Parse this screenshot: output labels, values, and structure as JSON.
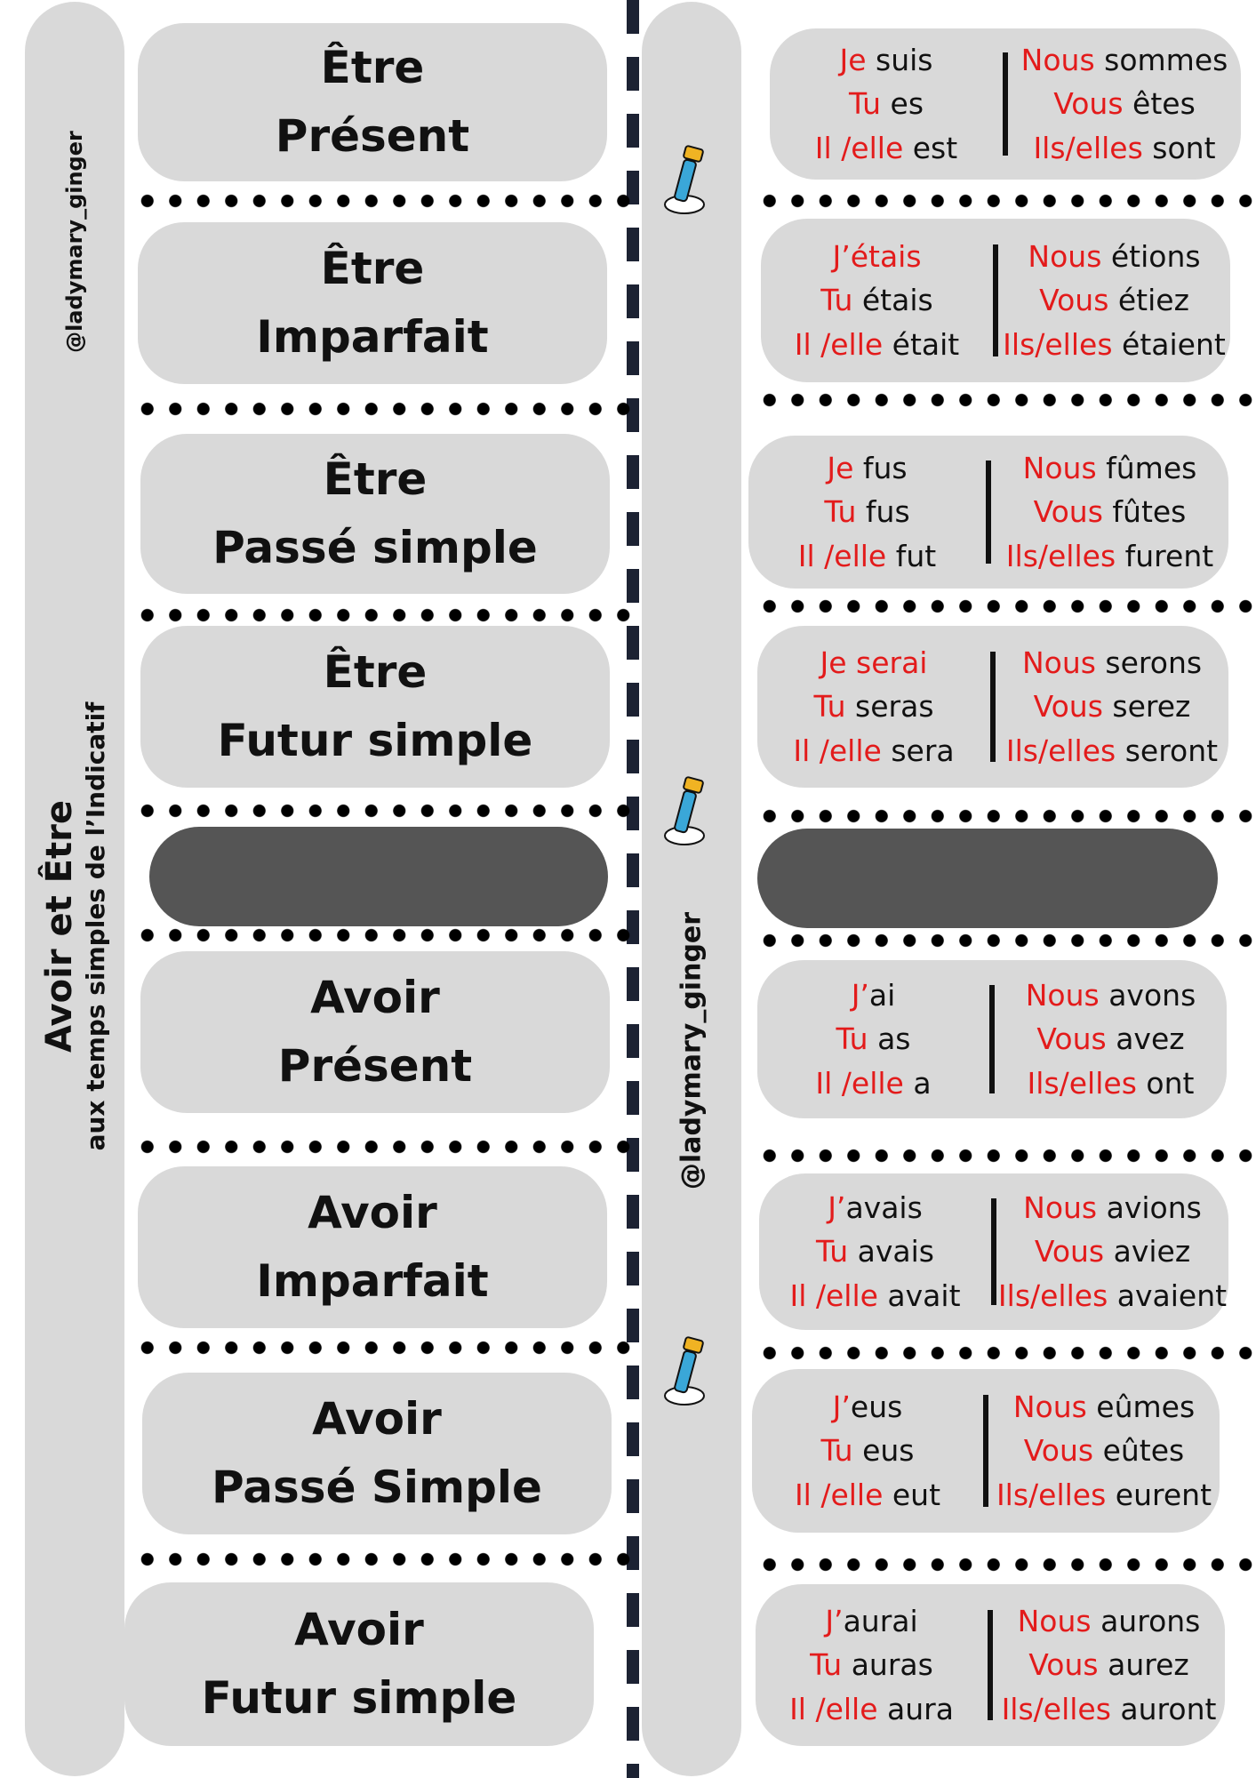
{
  "left_strip": {
    "handle": "@ladymary_ginger",
    "title": "Avoir et Être",
    "subtitle": "aux temps simples de l’Indicatif"
  },
  "center_strip": {
    "handle": "@ladymary_ginger"
  },
  "colors": {
    "pronoun": "#e31b1b",
    "card": "#d9d9d9",
    "blank": "#555555",
    "dash": "#1c2233"
  },
  "icons": [
    "pushpin-icon",
    "pushpin-icon",
    "pushpin-icon"
  ],
  "cards": [
    {
      "verb": "Être",
      "tense": "Présent",
      "singular": [
        [
          "Je",
          " suis"
        ],
        [
          "Tu",
          " es"
        ],
        [
          "Il /elle",
          " est"
        ]
      ],
      "plural": [
        [
          "Nous",
          " sommes"
        ],
        [
          "Vous",
          " êtes"
        ],
        [
          "Ils/elles",
          " sont"
        ]
      ]
    },
    {
      "verb": "Être",
      "tense": "Imparfait",
      "singular": [
        [
          "J’",
          "étais"
        ],
        [
          "Tu",
          " étais"
        ],
        [
          "Il /elle",
          " était"
        ]
      ],
      "plural": [
        [
          "Nous",
          " étions"
        ],
        [
          "Vous",
          " étiez"
        ],
        [
          "Ils/elles",
          " étaient"
        ]
      ]
    },
    {
      "verb": "Être",
      "tense": "Passé simple",
      "singular": [
        [
          "Je",
          " fus"
        ],
        [
          "Tu",
          " fus"
        ],
        [
          "Il /elle",
          " fut"
        ]
      ],
      "plural": [
        [
          "Nous",
          " fûmes"
        ],
        [
          "Vous",
          " fûtes"
        ],
        [
          "Ils/elles",
          " furent"
        ]
      ]
    },
    {
      "verb": "Être",
      "tense": "Futur simple",
      "singular": [
        [
          "Je serai",
          ""
        ],
        [
          "Tu",
          " seras"
        ],
        [
          "Il /elle",
          " sera"
        ]
      ],
      "plural": [
        [
          "Nous",
          " serons"
        ],
        [
          "Vous",
          " serez"
        ],
        [
          "Ils/elles",
          " seront"
        ]
      ]
    },
    {
      "verb": "Avoir",
      "tense": "Présent",
      "singular": [
        [
          "J’",
          "ai"
        ],
        [
          "Tu",
          " as"
        ],
        [
          "Il /elle",
          " a"
        ]
      ],
      "plural": [
        [
          "Nous",
          " avons"
        ],
        [
          "Vous",
          " avez"
        ],
        [
          "Ils/elles",
          " ont"
        ]
      ]
    },
    {
      "verb": "Avoir",
      "tense": "Imparfait",
      "singular": [
        [
          "J’",
          "avais"
        ],
        [
          "Tu",
          " avais"
        ],
        [
          "Il /elle",
          " avait"
        ]
      ],
      "plural": [
        [
          "Nous",
          " avions"
        ],
        [
          "Vous",
          " aviez"
        ],
        [
          "Ils/elles",
          " avaient"
        ]
      ]
    },
    {
      "verb": "Avoir",
      "tense": "Passé Simple",
      "singular": [
        [
          "J’",
          "eus"
        ],
        [
          "Tu",
          " eus"
        ],
        [
          "Il /elle",
          " eut"
        ]
      ],
      "plural": [
        [
          "Nous",
          " eûmes"
        ],
        [
          "Vous",
          " eûtes"
        ],
        [
          "Ils/elles",
          " eurent"
        ]
      ]
    },
    {
      "verb": "Avoir",
      "tense": "Futur simple",
      "singular": [
        [
          "J’",
          "aurai"
        ],
        [
          "Tu",
          " auras"
        ],
        [
          "Il /elle",
          " aura"
        ]
      ],
      "plural": [
        [
          "Nous",
          " aurons"
        ],
        [
          "Vous",
          " aurez"
        ],
        [
          "Ils/elles",
          " auront"
        ]
      ]
    }
  ]
}
